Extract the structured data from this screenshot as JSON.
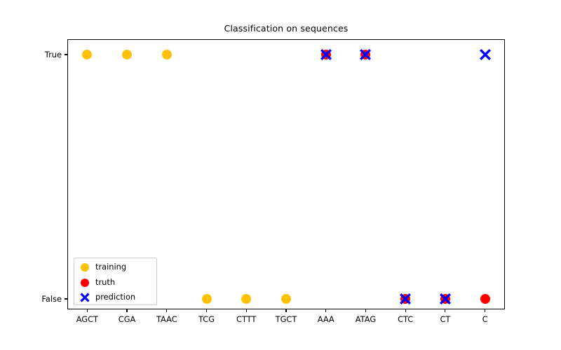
{
  "chart_data": {
    "type": "scatter",
    "title": "Classification on sequences",
    "xlabel": "",
    "ylabel": "",
    "grid": false,
    "legend_position": "lower left",
    "categories": [
      "AGCT",
      "CGA",
      "TAAC",
      "TCG",
      "CTTT",
      "TGCT",
      "AAA",
      "ATAG",
      "CTC",
      "CT",
      "C"
    ],
    "ytick_labels": [
      "False",
      "True"
    ],
    "ylim": [
      0,
      1
    ],
    "colors": {
      "training": "#FFC107",
      "truth": "#FF0000",
      "prediction": "#0000FF",
      "axis": "#000000",
      "background": "#FFFFFF"
    },
    "series": [
      {
        "name": "training",
        "marker": "circle",
        "color": "#FFC107",
        "points": [
          {
            "x": "AGCT",
            "y": "True"
          },
          {
            "x": "CGA",
            "y": "True"
          },
          {
            "x": "TAAC",
            "y": "True"
          },
          {
            "x": "TCG",
            "y": "False"
          },
          {
            "x": "CTTT",
            "y": "False"
          },
          {
            "x": "TGCT",
            "y": "False"
          }
        ]
      },
      {
        "name": "truth",
        "marker": "circle",
        "color": "#FF0000",
        "points": [
          {
            "x": "AAA",
            "y": "True"
          },
          {
            "x": "ATAG",
            "y": "True"
          },
          {
            "x": "CTC",
            "y": "False"
          },
          {
            "x": "CT",
            "y": "False"
          },
          {
            "x": "C",
            "y": "False"
          }
        ]
      },
      {
        "name": "prediction",
        "marker": "x",
        "color": "#0000FF",
        "points": [
          {
            "x": "AAA",
            "y": "True"
          },
          {
            "x": "ATAG",
            "y": "True"
          },
          {
            "x": "CTC",
            "y": "False"
          },
          {
            "x": "CT",
            "y": "False"
          },
          {
            "x": "C",
            "y": "True"
          }
        ]
      }
    ]
  },
  "legend": {
    "items": [
      {
        "label": "training",
        "marker": "circle",
        "color": "#FFC107"
      },
      {
        "label": "truth",
        "marker": "circle",
        "color": "#FF0000"
      },
      {
        "label": "prediction",
        "marker": "x",
        "color": "#0000FF"
      }
    ]
  }
}
